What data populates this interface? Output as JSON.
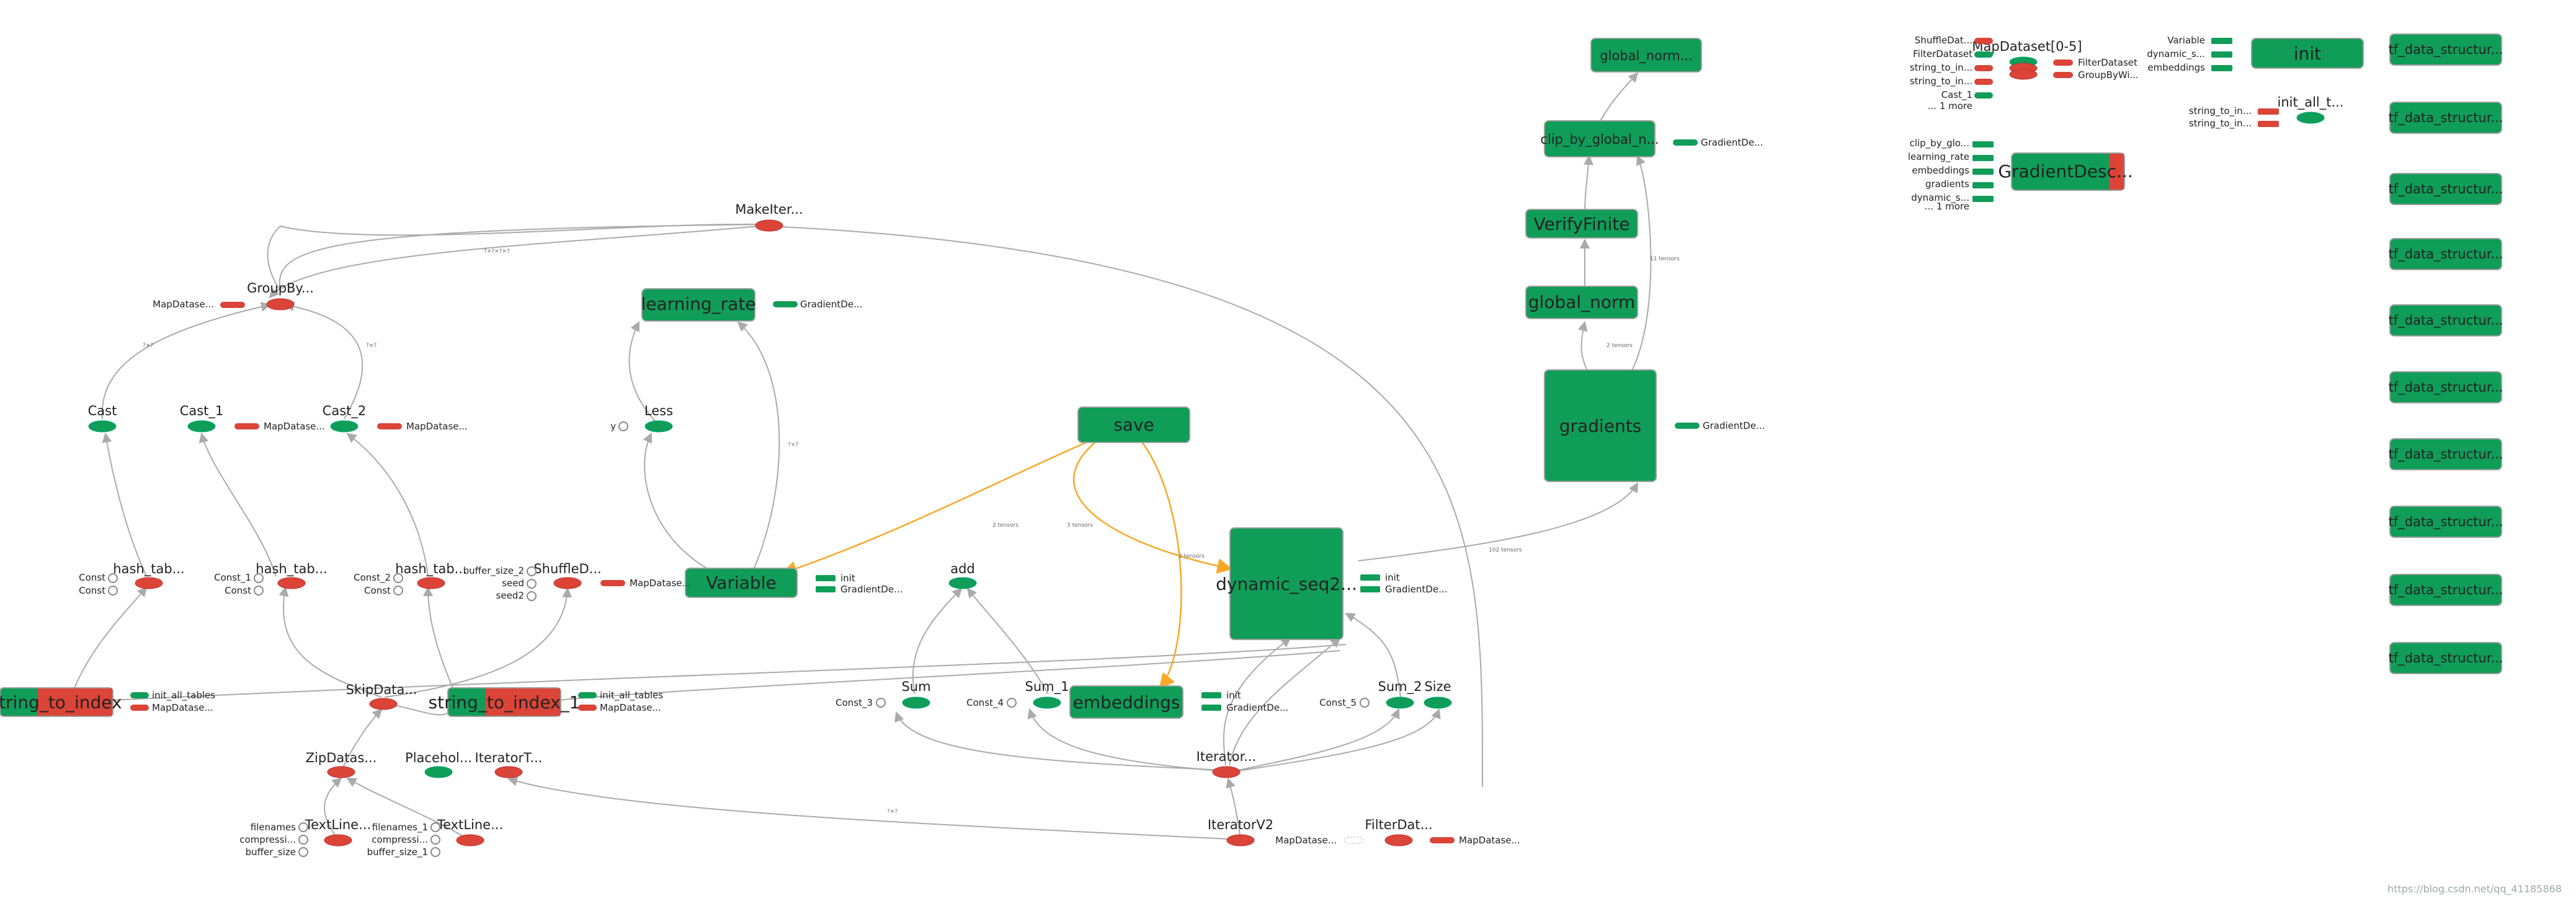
{
  "graph": {
    "nodes": {
      "makeiter": "MakeIter...",
      "groupby": "GroupBy...",
      "groupby_in": "MapDatase...",
      "cast": "Cast",
      "cast1": "Cast_1",
      "cast1_out": "MapDatase...",
      "cast2": "Cast_2",
      "cast2_out": "MapDatase...",
      "lr": "learning_rate",
      "lr_out": "GradientDe...",
      "less": "Less",
      "less_y": "y",
      "save": "save",
      "variable": "Variable",
      "variable_init": "init",
      "variable_grad": "GradientDe...",
      "hash_tab_a": "hash_tab...",
      "hash_tab_b": "hash_tab...",
      "hash_tab_c": "hash_tab...",
      "const_a1": "Const",
      "const_a2": "Const",
      "const_b1": "Const_1",
      "const_b2": "Const",
      "const_c1": "Const_2",
      "const_c2": "Const",
      "shuffle": "ShuffleD...",
      "shuffle_bs": "buffer_size_2",
      "shuffle_seed": "seed",
      "shuffle_seed2": "seed2",
      "shuffle_out": "MapDatase...",
      "s2i": "string_to_index",
      "s2i_o1": "init_all_tables",
      "s2i_o2": "MapDatase...",
      "s2i1": "string_to_index_1",
      "s2i1_o1": "init_all_tables",
      "s2i1_o2": "MapDatase...",
      "skip": "SkipData...",
      "zip": "ZipDatas...",
      "placeholder": "Placehol...",
      "iteratorT": "IteratorT...",
      "textline_a": "TextLine...",
      "textline_b": "TextLine...",
      "fn_a": "filenames",
      "comp_a": "compressi...",
      "buf_a": "buffer_size",
      "fn_b": "filenames_1",
      "comp_b": "compressi...",
      "buf_b": "buffer_size_1",
      "add": "add",
      "sum": "Sum",
      "sum1": "Sum_1",
      "sum2": "Sum_2",
      "size": "Size",
      "const3": "Const_3",
      "const4": "Const_4",
      "const5": "Const_5",
      "embeddings": "embeddings",
      "emb_init": "init",
      "emb_grad": "GradientDe...",
      "dynseq": "dynamic_seq2...",
      "dynseq_init": "init",
      "dynseq_grad": "GradientDe...",
      "iterator": "Iterator...",
      "iteratorv2": "IteratorV2",
      "filterdat": "FilterDat...",
      "filter_in": "MapDatase...",
      "filter_out": "MapDatase...",
      "gradients": "gradients",
      "gradients_out": "GradientDe...",
      "global_norm": "global_norm",
      "verify": "VerifyFinite",
      "clip": "clip_by_global_n...",
      "clip_out": "GradientDe...",
      "global_norm_top": "global_norm...",
      "mapds05": "MapDataset[0-5]",
      "mapds_out1": "FilterDataset",
      "mapds_out2": "GroupByWi...",
      "mapds_in1": "ShuffleDat...",
      "mapds_in2": "FilterDataset",
      "mapds_in3": "string_to_in...",
      "mapds_in4": "string_to_in...",
      "mapds_in5": "Cast_1",
      "mapds_in6": "... 1 more",
      "gd": "GradientDesc...",
      "gd_in1": "clip_by_glo...",
      "gd_in2": "learning_rate",
      "gd_in3": "embeddings",
      "gd_in4": "gradients",
      "gd_in5": "dynamic_s...",
      "gd_in6": "... 1 more",
      "init": "init",
      "init_in1": "Variable",
      "init_in2": "dynamic_s...",
      "init_in3": "embeddings",
      "init_all_t": "init_all_t...",
      "init_all_in1": "string_to_in...",
      "init_all_in2": "string_to_in...",
      "tf_data": [
        "tf_data_structur...",
        "tf_data_structur...",
        "tf_data_structur...",
        "tf_data_structur...",
        "tf_data_structur...",
        "tf_data_structur...",
        "tf_data_structur...",
        "tf_data_structur...",
        "tf_data_structur...",
        "tf_data_structur..."
      ]
    },
    "watermark": "https://blog.csdn.net/qq_41185868"
  },
  "colors": {
    "op_green": "#0f9d58",
    "op_red": "#db4437",
    "edge": "#aaaaaa",
    "ref_edge": "#f9a825",
    "box_border": "#9e9e9e"
  }
}
